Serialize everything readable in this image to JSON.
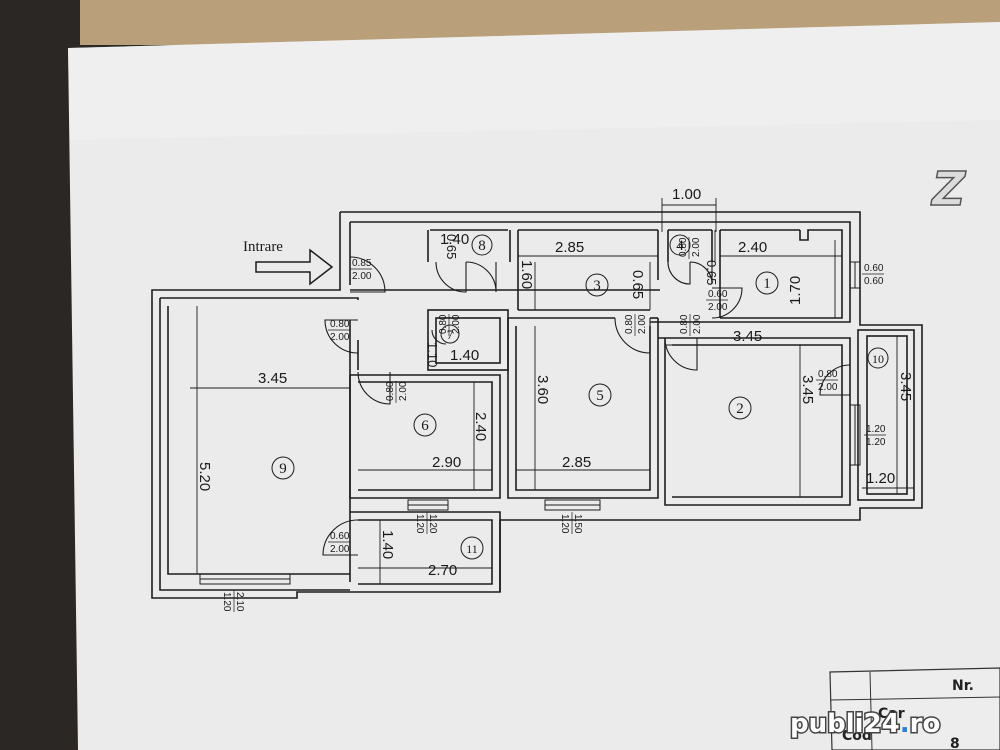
{
  "entrance_label": "Intrare",
  "watermark": {
    "before_dot": "publi24",
    "dot": ".",
    "after_dot": "ro"
  },
  "corner_logo": "Z",
  "table_fragments": [
    "Nr.",
    "8",
    "Car",
    "Cod"
  ],
  "room_numbers": [
    "1",
    "2",
    "3",
    "4",
    "5",
    "6",
    "7",
    "8",
    "9",
    "10",
    "11"
  ],
  "dimensions": [
    "1.00",
    "0.65",
    "2.40",
    "2.85",
    "1.70",
    "1.40",
    "0.65",
    "1.60",
    "0.65",
    "3.45",
    "3.45",
    "3.60",
    "2.40",
    "5.20",
    "3.45",
    "3.45",
    "2.90",
    "2.85",
    "1.20",
    "1.40",
    "2.70",
    "1.10",
    "1.40"
  ],
  "door_sizes": [
    {
      "w": "0.85",
      "h": "2.00"
    },
    {
      "w": "0.80",
      "h": "2.00"
    },
    {
      "w": "0.80",
      "h": "2.00"
    },
    {
      "w": "0.80",
      "h": "2.00"
    },
    {
      "w": "0.80",
      "h": "2.00"
    },
    {
      "w": "0.60",
      "h": "2.00"
    },
    {
      "w": "0.80",
      "h": "2.00"
    },
    {
      "w": "0.80",
      "h": "2.00"
    },
    {
      "w": "0.80",
      "h": "2.00"
    },
    {
      "w": "0.60",
      "h": "2.00"
    }
  ],
  "window_sizes": [
    {
      "w": "0.60",
      "h": "0.60"
    },
    {
      "w": "1.20",
      "h": "1.20"
    },
    {
      "w": "1.50",
      "h": "1.20"
    },
    {
      "w": "1.20",
      "h": "1.20"
    },
    {
      "w": "2.10",
      "h": "1.20"
    }
  ]
}
